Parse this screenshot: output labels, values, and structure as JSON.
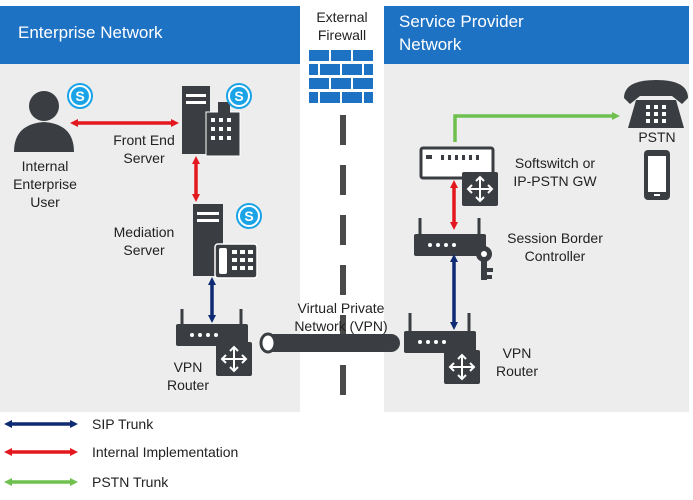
{
  "panels": {
    "enterprise": "Enterprise Network",
    "service_provider": [
      "Service Provider",
      "Network"
    ]
  },
  "firewall_label": [
    "External",
    "Firewall"
  ],
  "nodes": {
    "user": [
      "Internal",
      "Enterprise",
      "User"
    ],
    "front_end": [
      "Front End",
      "Server"
    ],
    "mediation": [
      "Mediation",
      "Server"
    ],
    "vpn_router_ent": [
      "VPN",
      "Router"
    ],
    "vpn_link": [
      "Virtual Private",
      "Network (VPN)"
    ],
    "softswitch": [
      "Softswitch or",
      "IP-PSTN GW"
    ],
    "sbc": [
      "Session Border",
      "Controller"
    ],
    "vpn_router_sp": [
      "VPN",
      "Router"
    ],
    "pstn": "PSTN"
  },
  "legend": [
    {
      "label": "SIP Trunk",
      "color": "#0e2a73"
    },
    {
      "label": "Internal Implementation",
      "color": "#e3181f"
    },
    {
      "label": "PSTN Trunk",
      "color": "#6fc04e"
    }
  ],
  "colors": {
    "panel_header": "#1e72c4",
    "skype_badge": "#1aa3e6",
    "sip": "#0e2a73",
    "internal": "#e3181f",
    "pstn": "#6fc04e",
    "firewall": "#1e72c4"
  }
}
